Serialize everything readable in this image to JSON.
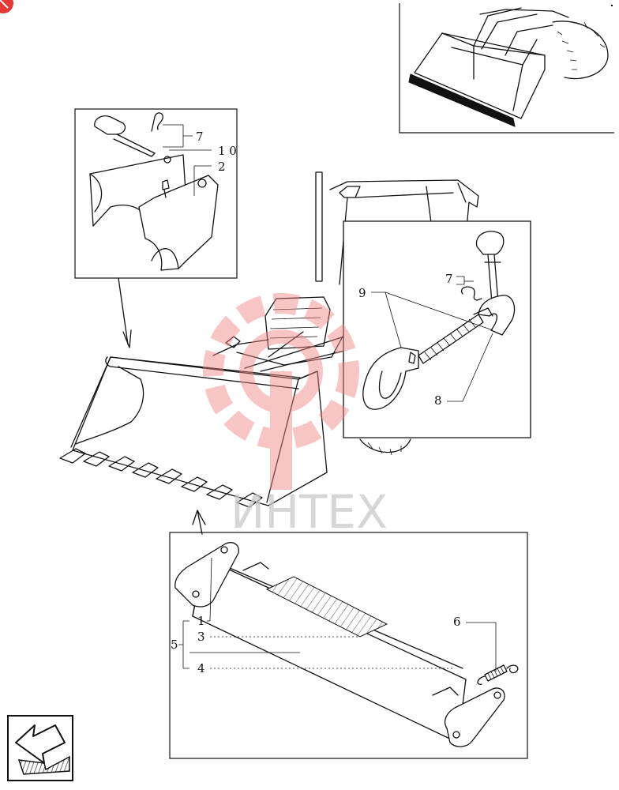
{
  "watermark": {
    "text": "ИНТЕХ",
    "color": "#f08080"
  },
  "corner_badge_color": "#e53935",
  "callouts": {
    "top_left": {
      "c7": "7",
      "c10": "1 0",
      "c2": "2"
    },
    "right_detail": {
      "c7": "7",
      "c9": "9",
      "c8": "8"
    },
    "bottom": {
      "c1": "1",
      "c3": "3",
      "c5": "5",
      "c4": "4",
      "c6": "6"
    }
  },
  "icons": {
    "nav": "arrow-back-icon",
    "badge": "corner-badge-icon",
    "logo": "gear-logo-icon"
  }
}
